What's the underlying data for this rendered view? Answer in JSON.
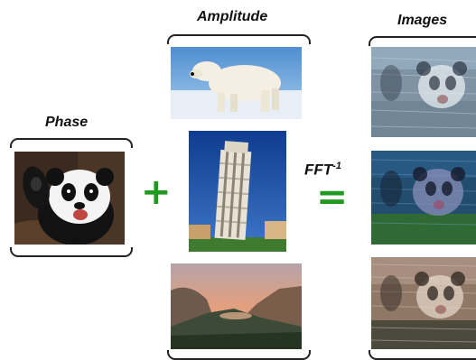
{
  "labels": {
    "phase": "Phase",
    "amplitude": "Amplitude",
    "images": "Images",
    "fft_base": "FFT",
    "fft_sup": "-1"
  },
  "operators": {
    "plus": "+",
    "equals": "="
  },
  "images": {
    "phase": [
      "panda"
    ],
    "amplitude": [
      "polar-bear",
      "leaning-tower",
      "valley-landscape"
    ],
    "results": [
      "panda-reconstruction-polar-bear",
      "panda-reconstruction-tower",
      "panda-reconstruction-valley"
    ]
  },
  "colors": {
    "operator_green": "#1f9a1f"
  }
}
